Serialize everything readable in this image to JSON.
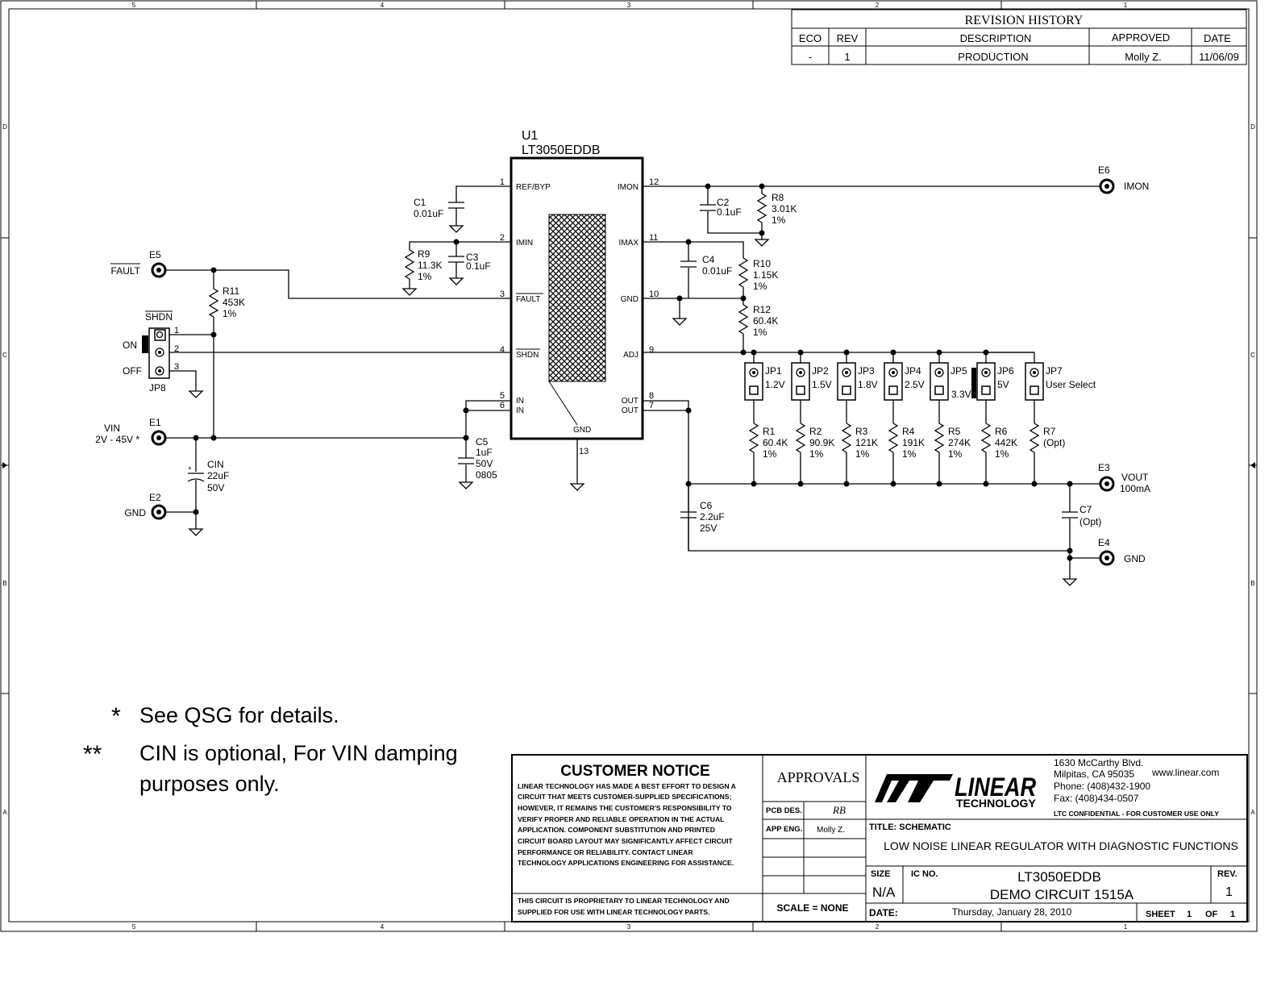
{
  "border": {
    "col_labels": [
      "5",
      "4",
      "3",
      "2",
      "1"
    ],
    "row_labels": [
      "D",
      "C",
      "B",
      "A"
    ]
  },
  "revision_history": {
    "title": "REVISION HISTORY",
    "headers": [
      "ECO",
      "REV",
      "DESCRIPTION",
      "APPROVED",
      "DATE"
    ],
    "row": [
      "-",
      "1",
      "PRODUCTION",
      "Molly Z.",
      "11/06/09"
    ]
  },
  "u1": {
    "ref": "U1",
    "part": "LT3050EDDB",
    "left_pins": [
      {
        "num": "1",
        "name": "REF/BYP"
      },
      {
        "num": "2",
        "name": "IMIN"
      },
      {
        "num": "3",
        "name": "FAULT"
      },
      {
        "num": "4",
        "name": "SHDN"
      },
      {
        "num": "5",
        "name": "IN"
      },
      {
        "num": "6",
        "name": "IN"
      }
    ],
    "right_pins": [
      {
        "num": "12",
        "name": "IMON"
      },
      {
        "num": "11",
        "name": "IMAX"
      },
      {
        "num": "10",
        "name": "GND"
      },
      {
        "num": "9",
        "name": "ADJ"
      },
      {
        "num": "8",
        "name": "OUT"
      },
      {
        "num": "7",
        "name": "OUT"
      }
    ],
    "bottom_pin": {
      "num": "13",
      "name": "GND"
    }
  },
  "terminals": {
    "e1": {
      "ref": "E1",
      "label": "VIN",
      "sub": "2V - 45V *"
    },
    "e2": {
      "ref": "E2",
      "label": "GND"
    },
    "e3": {
      "ref": "E3",
      "label": "VOUT",
      "sub": "100mA"
    },
    "e4": {
      "ref": "E4",
      "label": "GND"
    },
    "e5": {
      "ref": "E5",
      "label": "FAULT"
    },
    "e6": {
      "ref": "E6",
      "label": "IMON"
    }
  },
  "components": {
    "c1": [
      "C1",
      "0.01uF"
    ],
    "c2": [
      "C2",
      "0.1uF"
    ],
    "c3": [
      "C3",
      "0.1uF"
    ],
    "c4": [
      "C4",
      "0.01uF"
    ],
    "c5": [
      "C5",
      "1uF",
      "50V",
      "0805"
    ],
    "c6": [
      "C6",
      "2.2uF",
      "25V"
    ],
    "c7": [
      "C7",
      "(Opt)"
    ],
    "cin": [
      "CIN",
      "22uF",
      "50V"
    ],
    "r8": [
      "R8",
      "3.01K",
      "1%"
    ],
    "r9": [
      "R9",
      "11.3K",
      "1%"
    ],
    "r10": [
      "R10",
      "1.15K",
      "1%"
    ],
    "r11": [
      "R11",
      "453K",
      "1%"
    ],
    "r12": [
      "R12",
      "60.4K",
      "1%"
    ]
  },
  "jumpers": [
    {
      "ref": "JP1",
      "label": "1.2V"
    },
    {
      "ref": "JP2",
      "label": "1.5V"
    },
    {
      "ref": "JP3",
      "label": "1.8V"
    },
    {
      "ref": "JP4",
      "label": "2.5V"
    },
    {
      "ref": "JP5",
      "label": "3.3V"
    },
    {
      "ref": "JP6",
      "label": "5V"
    },
    {
      "ref": "JP7",
      "label": "User Select"
    }
  ],
  "divider_resistors": [
    {
      "ref": "R1",
      "value": "60.4K",
      "tol": "1%"
    },
    {
      "ref": "R2",
      "value": "90.9K",
      "tol": "1%"
    },
    {
      "ref": "R3",
      "value": "121K",
      "tol": "1%"
    },
    {
      "ref": "R4",
      "value": "191K",
      "tol": "1%"
    },
    {
      "ref": "R5",
      "value": "274K",
      "tol": "1%"
    },
    {
      "ref": "R6",
      "value": "442K",
      "tol": "1%"
    },
    {
      "ref": "R7",
      "value": "(Opt)",
      "tol": ""
    }
  ],
  "jp8": {
    "ref": "JP8",
    "title": "SHDN",
    "on": "ON",
    "off": "OFF",
    "pins": [
      "1",
      "2",
      "3"
    ]
  },
  "notes": {
    "n1_mark": "*",
    "n1": "See QSG for details.",
    "n2_mark": "**",
    "n2_a": "CIN is optional, For VIN damping",
    "n2_b": "purposes only."
  },
  "title_block": {
    "notice_title": "CUSTOMER NOTICE",
    "notice_lines": [
      "LINEAR TECHNOLOGY HAS MADE A BEST EFFORT TO DESIGN A",
      "CIRCUIT THAT MEETS CUSTOMER-SUPPLIED SPECIFICATIONS;",
      "HOWEVER, IT REMAINS THE CUSTOMER'S RESPONSIBILITY TO",
      "VERIFY PROPER AND RELIABLE OPERATION IN THE ACTUAL",
      "APPLICATION.  COMPONENT SUBSTITUTION AND PRINTED",
      "CIRCUIT BOARD LAYOUT MAY SIGNIFICANTLY AFFECT CIRCUIT",
      "PERFORMANCE OR RELIABILITY.  CONTACT LINEAR",
      "TECHNOLOGY APPLICATIONS ENGINEERING FOR ASSISTANCE."
    ],
    "proprietary_lines": [
      "THIS CIRCUIT IS PROPRIETARY TO LINEAR TECHNOLOGY AND",
      "SUPPLIED FOR USE WITH LINEAR TECHNOLOGY PARTS."
    ],
    "approvals": "APPROVALS",
    "pcb_des_label": "PCB DES.",
    "pcb_des_value": "RB",
    "app_eng_label": "APP ENG.",
    "app_eng_value": "Molly Z.",
    "scale": "SCALE = NONE",
    "logo_word": "LINEAR",
    "logo_sub": "TECHNOLOGY",
    "address_lines": [
      "1630 McCarthy Blvd.",
      "Milpitas, CA 95035",
      "Phone: (408)432-1900",
      "Fax: (408)434-0507"
    ],
    "website": "www.linear.com",
    "confidential": "LTC CONFIDENTIAL - FOR CUSTOMER USE ONLY",
    "title_label": "TITLE: SCHEMATIC",
    "title": "LOW NOISE LINEAR REGULATOR WITH DIAGNOSTIC FUNCTIONS",
    "size_label": "SIZE",
    "size": "N/A",
    "icno_label": "IC NO.",
    "icno": "LT3050EDDB",
    "demo": "DEMO CIRCUIT 1515A",
    "rev_label": "REV.",
    "rev": "1",
    "date_label": "DATE:",
    "date": "Thursday, January 28, 2010",
    "sheet_label": "SHEET",
    "sheet": "1",
    "of_label": "OF",
    "of": "1"
  }
}
